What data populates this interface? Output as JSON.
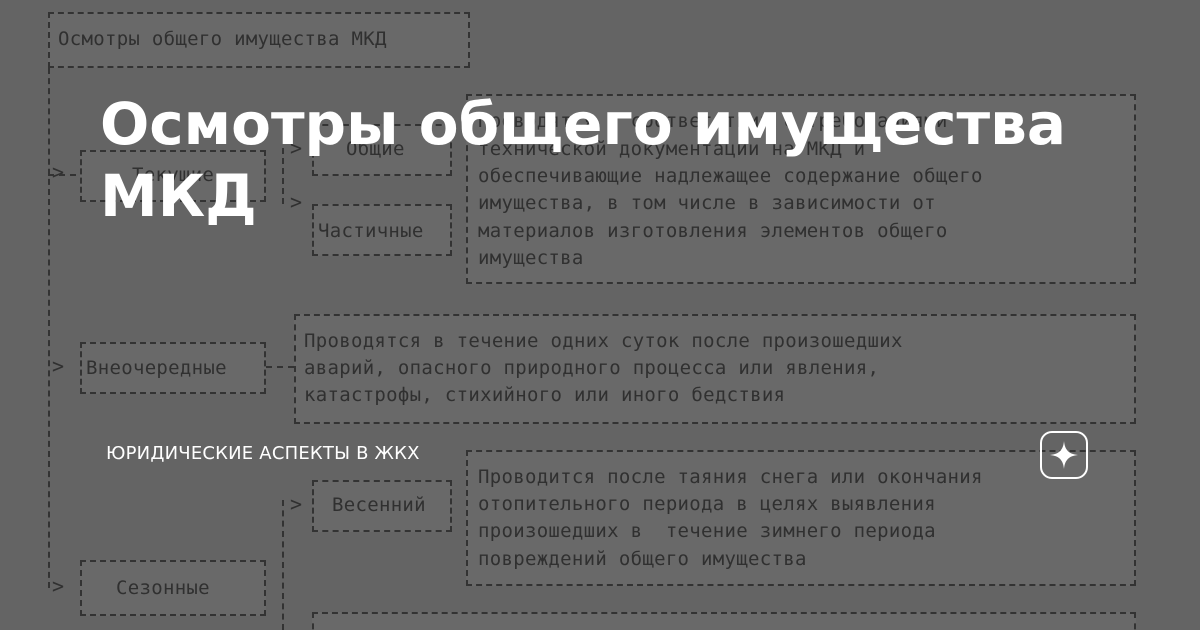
{
  "card": {
    "title": "Осмотры общего имущества МКД",
    "channel": "ЮРИДИЧЕСКИЕ АСПЕКТЫ В ЖКХ",
    "logo_icon": "zen-star-icon"
  },
  "diagram": {
    "header": "Осмотры общего имущества МКД",
    "current_label": "Текущие",
    "general_label": "Общие",
    "partial_label": "Частичные",
    "current_text_line0": "Проводятся в соответствии с требованиями",
    "current_text_line1": "технической документации на МКД и",
    "current_text_line2": "обеспечивающие надлежащее содержание общего",
    "current_text_line3": "имущества, в том числе в зависимости от",
    "current_text_line4": "материалов изготовления элементов общего",
    "current_text_line5": "имущества",
    "extraordinary_label": "Внеочередные",
    "extraordinary_text_line1": "Проводятся в течение одних суток после произошедших",
    "extraordinary_text_line2": "аварий, опасного природного процесса или явления,",
    "extraordinary_text_line3": "катастрофы, стихийного или иного бедствия",
    "seasonal_label": "Сезонные",
    "spring_label": "Весенний",
    "spring_text_line1": "Проводится после таяния снега или окончания",
    "spring_text_line2": "отопительного периода в целях выявления",
    "spring_text_line3": "произошедших в  течение зимнего периода",
    "spring_text_line4": "повреждений общего имущества"
  },
  "colors": {
    "background": "#7a7a7a",
    "text_overlay": "#ffffff",
    "diagram_ink": "#2a2a2a"
  }
}
